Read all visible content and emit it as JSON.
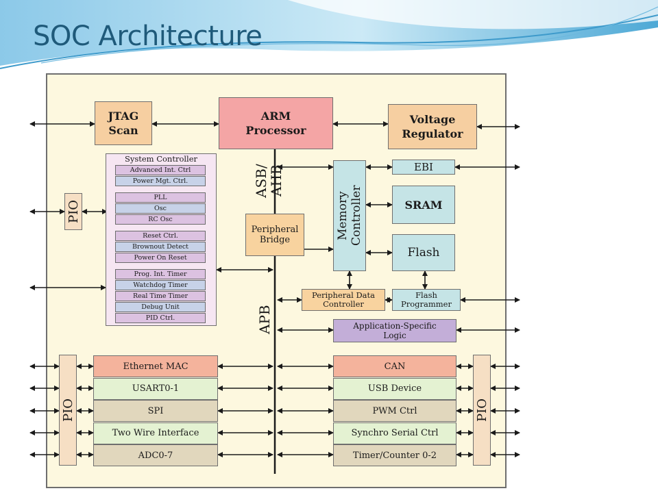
{
  "slide": {
    "title": "SOC Architecture"
  },
  "colors": {
    "chip_bg": "#fdf8df",
    "processor": "#f4a5a5",
    "voltage": "#f6cfa1",
    "jtag": "#f6cfa1",
    "memory": "#c5e4e6",
    "system_ctrl_bg": "#f6e6f2",
    "system_ctrl_row": "#dcc2e1",
    "system_ctrl_row_alt": "#c7d2e8",
    "app_logic": "#c3aed8",
    "green_periph": "#e4f2d2",
    "tan_periph": "#e1d7bd",
    "pink_periph": "#f4b39c",
    "bridge": "#f8d39f"
  },
  "diagram": {
    "jtag_label": "JTAG Scan",
    "arm_label": "ARM Processor",
    "voltage_label": "Voltage Regulator",
    "system_controller": {
      "title": "System Controller",
      "groups": [
        [
          "Advanced Int. Ctrl",
          "Power Mgt. Ctrl."
        ],
        [
          "PLL",
          "Osc",
          "RC Osc"
        ],
        [
          "Reset Ctrl.",
          "Brownout Detect",
          "Power On Reset"
        ],
        [
          "Prog. Int. Timer",
          "Watchdog Timer",
          "Real Time Timer",
          "Debug Unit",
          "PID Ctrl."
        ]
      ]
    },
    "pio_label": "PIO",
    "bus_asb_label": "ASB/ AHB",
    "bus_apb_label": "APB",
    "peripheral_bridge_label": "Peripheral Bridge",
    "memory_controller_label": "Memory Controller",
    "ebi_label": "EBI",
    "sram_label": "SRAM",
    "flash_label": "Flash",
    "pdc_label": "Peripheral Data Controller",
    "flash_programmer_label": "Flash Programmer",
    "app_logic_label": "Application-Specific Logic",
    "left_peripherals": [
      "Ethernet MAC",
      "USART0-1",
      "SPI",
      "Two Wire Interface",
      "ADC0-7"
    ],
    "right_peripherals": [
      "CAN",
      "USB Device",
      "PWM Ctrl",
      "Synchro Serial Ctrl",
      "Timer/Counter 0-2"
    ]
  }
}
